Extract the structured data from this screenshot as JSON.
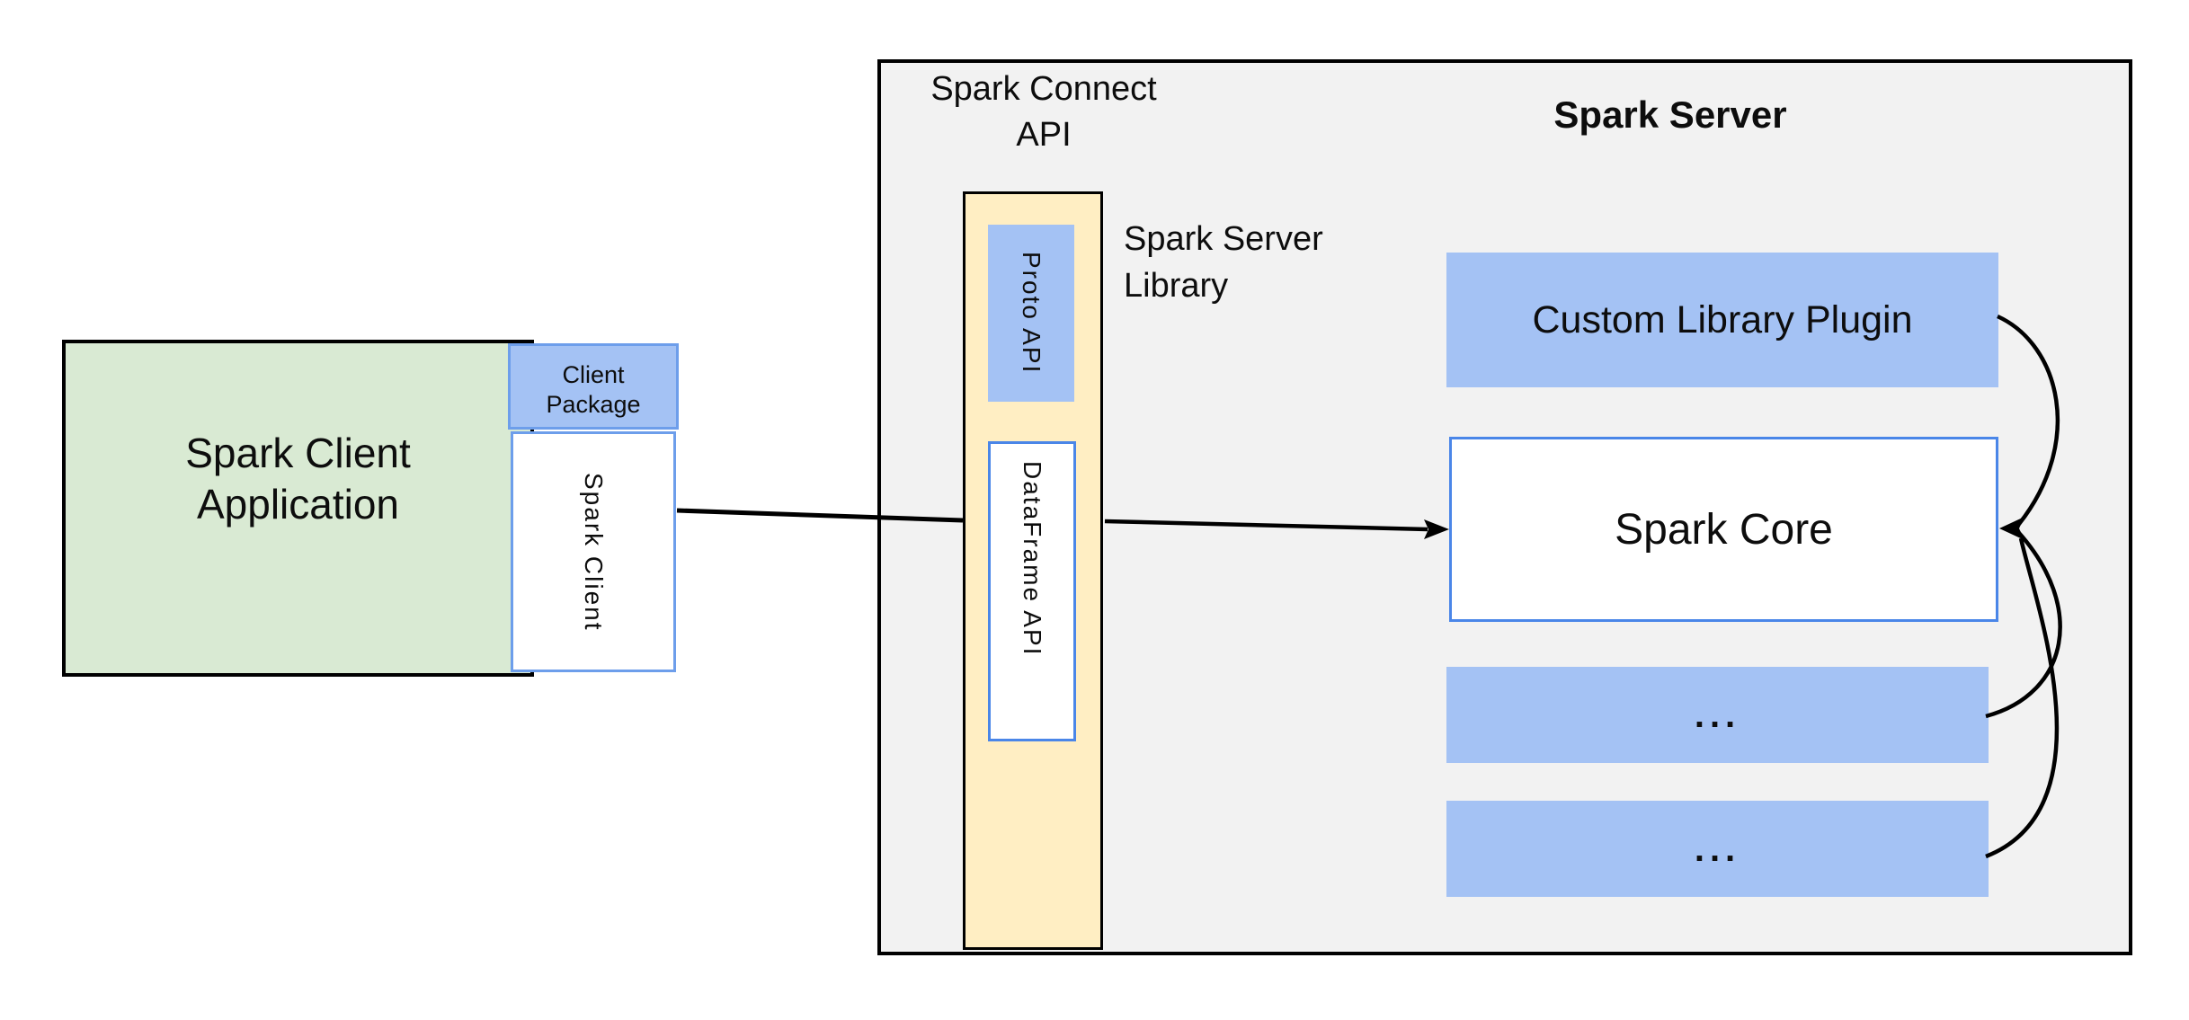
{
  "colors": {
    "green-fill": "#d9ead3",
    "blue-fill": "#a4c2f4",
    "blue-border": "#6d9eeb",
    "blue-border-strong": "#4a86e8",
    "yellow-fill": "#ffeec3",
    "gray-fill": "#f2f2f2",
    "line-black": "#000000",
    "text-black": "#0d0d0d"
  },
  "client_application": {
    "line1": "Spark Client",
    "line2": "Application"
  },
  "client_package": {
    "line1": "Client",
    "line2": "Package"
  },
  "spark_client_box": {
    "label": "Spark Client"
  },
  "spark_connect_api": {
    "line1": "Spark Connect",
    "line2": "API"
  },
  "spark_server_library": {
    "line1": "Spark Server",
    "line2": "Library"
  },
  "proto_api": {
    "label": "Proto API"
  },
  "dataframe_api": {
    "label": "DataFrame API"
  },
  "spark_server": {
    "title": "Spark Server"
  },
  "custom_library_plugin": {
    "label": "Custom Library Plugin"
  },
  "spark_core": {
    "label": "Spark Core"
  },
  "plugin_slot_1": {
    "label": "..."
  },
  "plugin_slot_2": {
    "label": "..."
  }
}
